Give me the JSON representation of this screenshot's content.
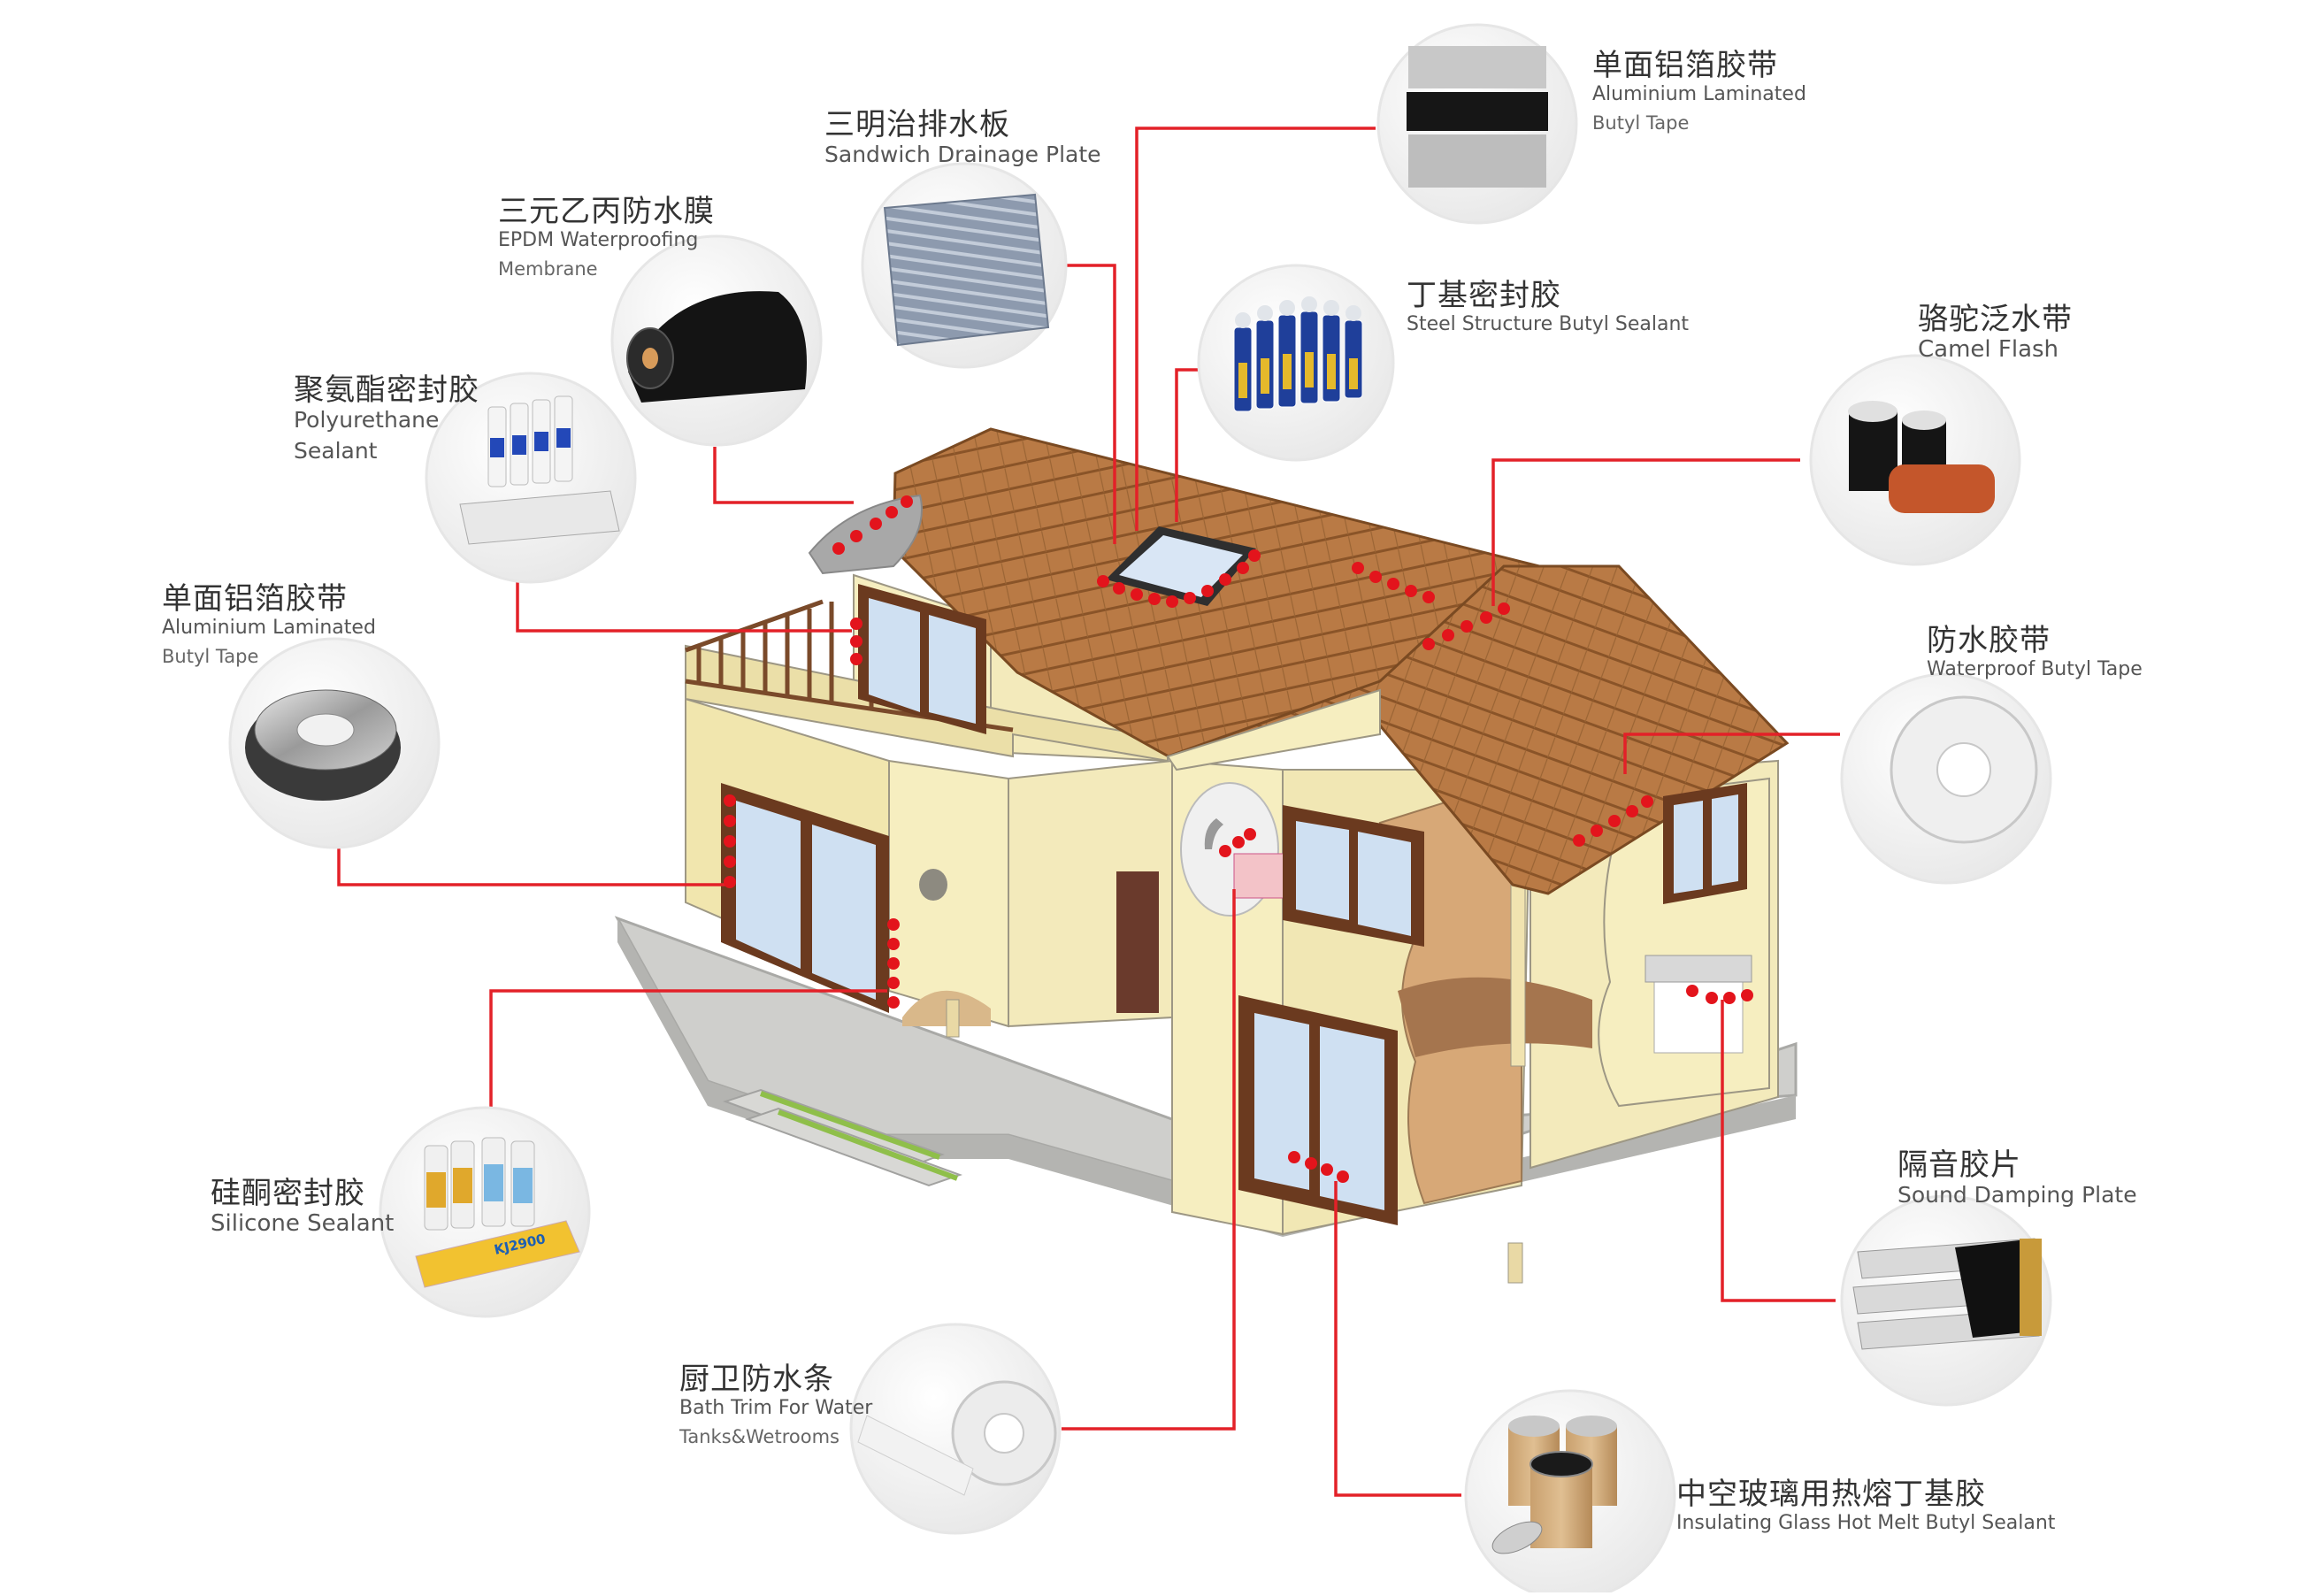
{
  "diagram": {
    "callouts": [
      {
        "id": "aluminium-tape-top",
        "zh": "单面铝箔胶带",
        "en": "Aluminium Laminated",
        "en2": "Butyl Tape"
      },
      {
        "id": "sandwich-drainage",
        "zh": "三明治排水板",
        "en": "Sandwich Drainage Plate",
        "en2": ""
      },
      {
        "id": "epdm",
        "zh": "三元乙丙防水膜",
        "en": "EPDM Waterproofing",
        "en2": "Membrane"
      },
      {
        "id": "steel-butyl",
        "zh": "丁基密封胶",
        "en": "Steel Structure Butyl Sealant",
        "en2": ""
      },
      {
        "id": "camel-flash",
        "zh": "骆驼泛水带",
        "en": "Camel Flash",
        "en2": ""
      },
      {
        "id": "polyurethane",
        "zh": "聚氨酯密封胶",
        "en": "Polyurethane",
        "en2": "Sealant"
      },
      {
        "id": "aluminium-tape-left",
        "zh": "单面铝箔胶带",
        "en": "Aluminium Laminated",
        "en2": "Butyl Tape"
      },
      {
        "id": "waterproof-butyl",
        "zh": "防水胶带",
        "en": "Waterproof Butyl Tape",
        "en2": ""
      },
      {
        "id": "silicone",
        "zh": "硅酮密封胶",
        "en": "Silicone Sealant",
        "en2": ""
      },
      {
        "id": "sound-damping",
        "zh": "隔音胶片",
        "en": "Sound Damping Plate",
        "en2": ""
      },
      {
        "id": "bath-trim",
        "zh": "厨卫防水条",
        "en": "Bath Trim For Water",
        "en2": "Tanks&Wetrooms"
      },
      {
        "id": "insulating-glass",
        "zh": "中空玻璃用热熔丁基胶",
        "en": "Insulating Glass Hot Melt Butyl Sealant",
        "en2": ""
      }
    ],
    "product_labels": {
      "sealant_brand": "KJ2900"
    },
    "colors": {
      "leader_line": "#e32128",
      "marker": "#e3141c",
      "roof": "#b97a45",
      "wall": "#f6eec0",
      "window_frame": "#6b3a1f",
      "glass": "#cfe0f2",
      "ground": "#c9c9c6"
    }
  }
}
